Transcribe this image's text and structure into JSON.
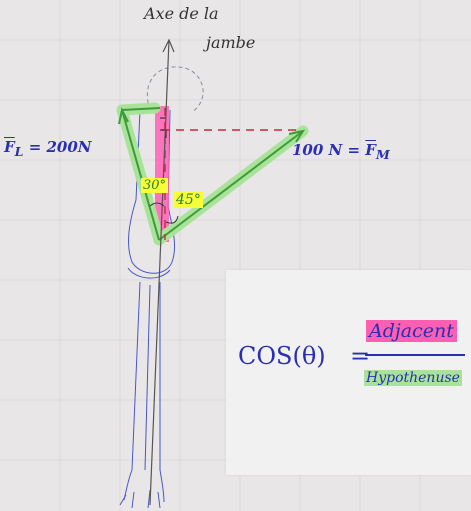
{
  "axis": {
    "line1": "Axe de la",
    "line2": "jambe"
  },
  "forces": {
    "left": {
      "vector_symbol": "F",
      "subscript": "L",
      "equals": "=",
      "value": "200N"
    },
    "right": {
      "value": "100 N",
      "equals": "=",
      "vector_symbol": "F",
      "subscript": "M"
    }
  },
  "angles": {
    "small": "30°",
    "large": "45°"
  },
  "formula": {
    "lhs": "COS(θ)",
    "equals": "=",
    "numerator": "Adjacent",
    "denominator": "Hypothenuse"
  },
  "colors": {
    "paper": "#e9e6e8",
    "pen_blue": "#2a2fb0",
    "vector_green": "#3f9a3a",
    "highlight_green": "#a9e39a",
    "highlight_pink": "#ff5fb3",
    "highlight_yellow": "#f6ff3a",
    "dashed_red": "#d2253f",
    "pencil": "#555555"
  }
}
